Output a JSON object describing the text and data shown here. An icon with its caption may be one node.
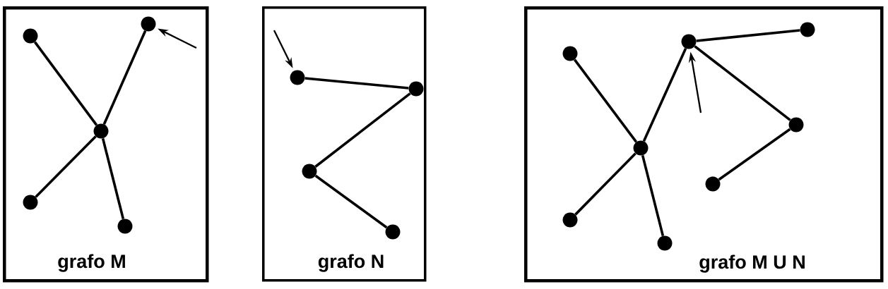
{
  "diagram": {
    "nodes": [
      {
        "text": [
          "grafo M"
        ]
      },
      {
        "text": [],
        "shape": "circle",
        "in": 0
      },
      {
        "text": [],
        "shape": "circle",
        "in": 0
      },
      {
        "text": [],
        "shape": "circle",
        "in": 0
      },
      {
        "text": [],
        "shape": "circle",
        "in": 0
      },
      {
        "text": [],
        "shape": "circle",
        "in": 0
      },
      {
        "text": [
          "grafo N"
        ]
      },
      {
        "text": [],
        "shape": "circle",
        "in": 6
      },
      {
        "text": [],
        "shape": "circle",
        "in": 6
      },
      {
        "text": [],
        "shape": "circle",
        "in": 6
      },
      {
        "text": [],
        "shape": "circle",
        "in": 6
      },
      {
        "text": [
          "grafo M U N"
        ]
      },
      {
        "text": [],
        "shape": "circle",
        "in": 11
      },
      {
        "text": [],
        "shape": "circle",
        "in": 11
      },
      {
        "text": [],
        "shape": "circle",
        "in": 11
      },
      {
        "text": [],
        "shape": "circle",
        "in": 11
      },
      {
        "text": [],
        "shape": "circle",
        "in": 11
      },
      {
        "text": [],
        "shape": "circle",
        "in": 11
      },
      {
        "text": [],
        "shape": "circle",
        "in": 11
      },
      {
        "text": [],
        "shape": "circle",
        "in": 11
      }
    ],
    "edges": [
      {
        "from": 2,
        "to": 3,
        "arrow": "none"
      },
      {
        "from": 1,
        "to": 3,
        "arrow": "none"
      },
      {
        "from": 3,
        "to": 4,
        "arrow": "none"
      },
      {
        "from": 3,
        "to": 5,
        "arrow": "none"
      },
      {
        "from": null,
        "to": 1,
        "arrow": "to"
      },
      {
        "from": 7,
        "to": 8,
        "arrow": "none"
      },
      {
        "from": 8,
        "to": 9,
        "arrow": "none"
      },
      {
        "from": 9,
        "to": 10,
        "arrow": "none"
      },
      {
        "from": null,
        "to": 7,
        "arrow": "to"
      },
      {
        "from": 14,
        "to": 16,
        "arrow": "none"
      },
      {
        "from": 16,
        "to": 13,
        "arrow": "none"
      },
      {
        "from": 16,
        "to": 18,
        "arrow": "none"
      },
      {
        "from": 16,
        "to": 19,
        "arrow": "none"
      },
      {
        "from": 13,
        "to": 12,
        "arrow": "none"
      },
      {
        "from": 13,
        "to": 15,
        "arrow": "none"
      },
      {
        "from": 15,
        "to": 17,
        "arrow": "none"
      },
      {
        "from": null,
        "to": 13,
        "arrow": "to"
      }
    ]
  }
}
